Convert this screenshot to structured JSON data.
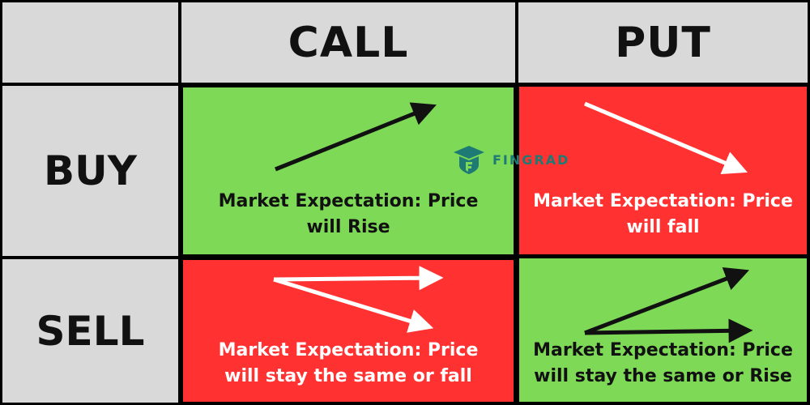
{
  "columns": {
    "call": "CALL",
    "put": "PUT"
  },
  "rows": {
    "buy": "BUY",
    "sell": "SELL"
  },
  "cells": {
    "buy_call": {
      "line1": "Market Expectation: Price",
      "line2": "will Rise",
      "color": "#7ed957"
    },
    "buy_put": {
      "line1": "Market Expectation: Price",
      "line2": "will fall",
      "color": "#ff3131"
    },
    "sell_call": {
      "line1": "Market Expectation: Price",
      "line2": "will stay the same or fall",
      "color": "#ff3131"
    },
    "sell_put": {
      "line1": "Market Expectation: Price",
      "line2": "will stay the same or Rise",
      "color": "#7ed957"
    }
  },
  "logo": {
    "text": "FINGRAD",
    "color": "#1d7a74",
    "icon": "fingrad-shield-icon"
  },
  "colors": {
    "header_bg": "#d9d9d9",
    "grid_lines": "#000000"
  }
}
